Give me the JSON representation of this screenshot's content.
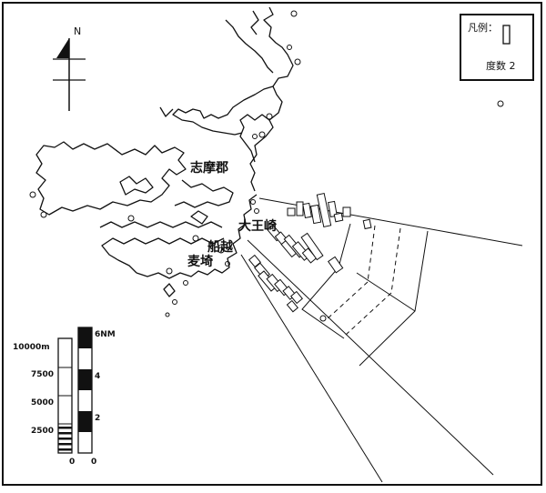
{
  "compass": {
    "north_label": "N"
  },
  "legend": {
    "title": "凡例：",
    "caption": "度数 2"
  },
  "places": {
    "shima": "志摩郡",
    "daiozaki": "大王崎",
    "funakoshi": "船越",
    "mugisaki": "麦埼"
  },
  "scale_meters": {
    "ticks": [
      "10000m",
      "7500",
      "5000",
      "2500",
      "0"
    ]
  },
  "scale_nm": {
    "ticks": [
      "6NM",
      "4",
      "2",
      "0"
    ]
  }
}
